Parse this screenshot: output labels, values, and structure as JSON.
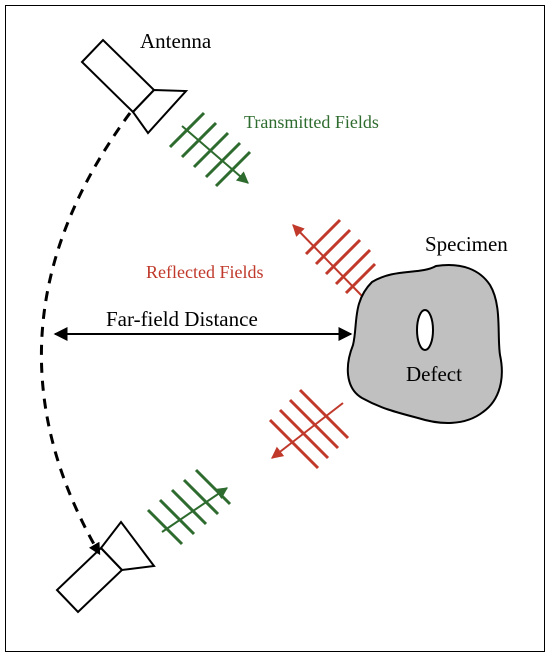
{
  "labels": {
    "antenna": "Antenna",
    "transmitted": "Transmitted Fields",
    "reflected": "Reflected Fields",
    "specimen": "Specimen",
    "distance": "Far-field Distance",
    "defect": "Defect"
  },
  "colors": {
    "transmitted": "#2e6b2e",
    "reflected": "#c0392b",
    "specimen_fill": "#c0c0c0",
    "stroke": "#000000"
  }
}
